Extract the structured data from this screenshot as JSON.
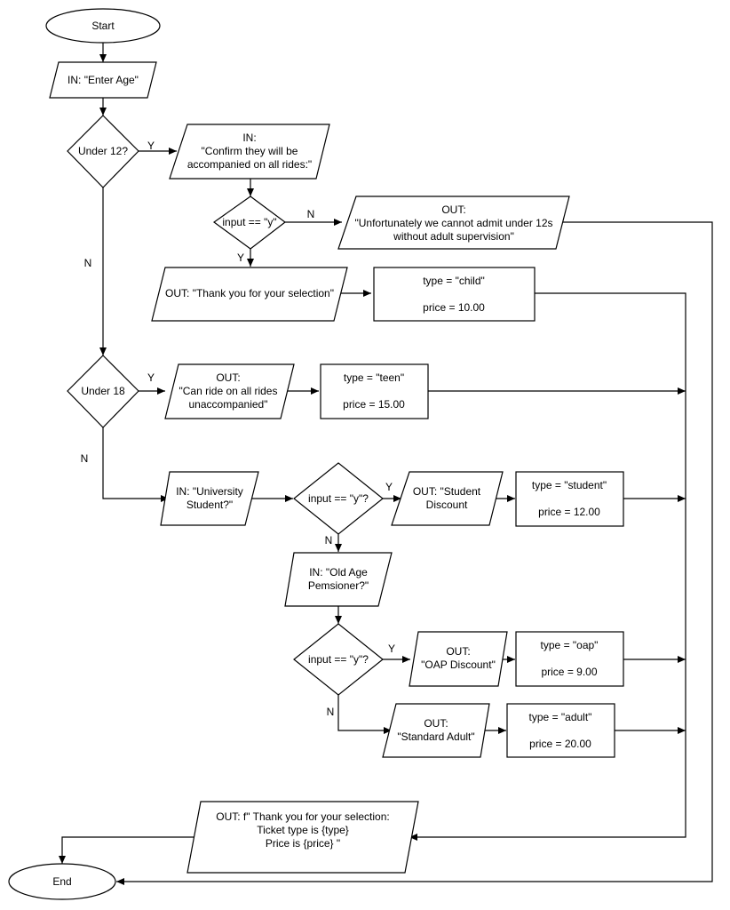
{
  "nodes": {
    "start": "Start",
    "in_age": "IN: \"Enter Age\"",
    "under12": "Under 12?",
    "confirm": [
      "IN:",
      "\"Confirm they will be",
      "accompanied on all rides:\""
    ],
    "input_y_child": "input  == \"y\"",
    "out_unfortunately": [
      "OUT:",
      "\"Unfortunately we cannot admit under 12s",
      "without adult supervision\""
    ],
    "out_thankyou": "OUT: \"Thank you for your selection\"",
    "child_box": [
      "type = \"child\"",
      "price = 10.00"
    ],
    "under18": "Under 18",
    "out_teen": [
      "OUT:",
      "\"Can ride on all rides",
      "unaccompanied\""
    ],
    "teen_box": [
      "type = \"teen\"",
      "price = 15.00"
    ],
    "in_university": [
      "IN: \"University",
      "Student?\""
    ],
    "input_y_student": "input == \"y\"?",
    "out_student": [
      "OUT: \"Student",
      "Discount"
    ],
    "student_box": [
      "type = \"student\"",
      "price = 12.00"
    ],
    "in_oap": [
      "IN: \"Old Age",
      "Pemsioner?\""
    ],
    "input_y_oap": "input == \"y\"?",
    "out_oap": [
      "OUT:",
      "\"OAP Discount\""
    ],
    "oap_box": [
      "type = \"oap\"",
      "price = 9.00"
    ],
    "out_adult": [
      "OUT:",
      "\"Standard Adult\""
    ],
    "adult_box": [
      "type = \"adult\"",
      "price = 20.00"
    ],
    "out_final": [
      "OUT: f\" Thank you for your selection:",
      "Ticket type is {type}",
      "Price is {price} \""
    ],
    "end": "End"
  },
  "edge_labels": {
    "under12_yes": "Y",
    "under12_no": "N",
    "child_input_no": "N",
    "child_input_yes": "Y",
    "under18_yes": "Y",
    "under18_no": "N",
    "student_yes": "Y",
    "student_no": "N",
    "oap_yes": "Y",
    "oap_no": "N"
  }
}
